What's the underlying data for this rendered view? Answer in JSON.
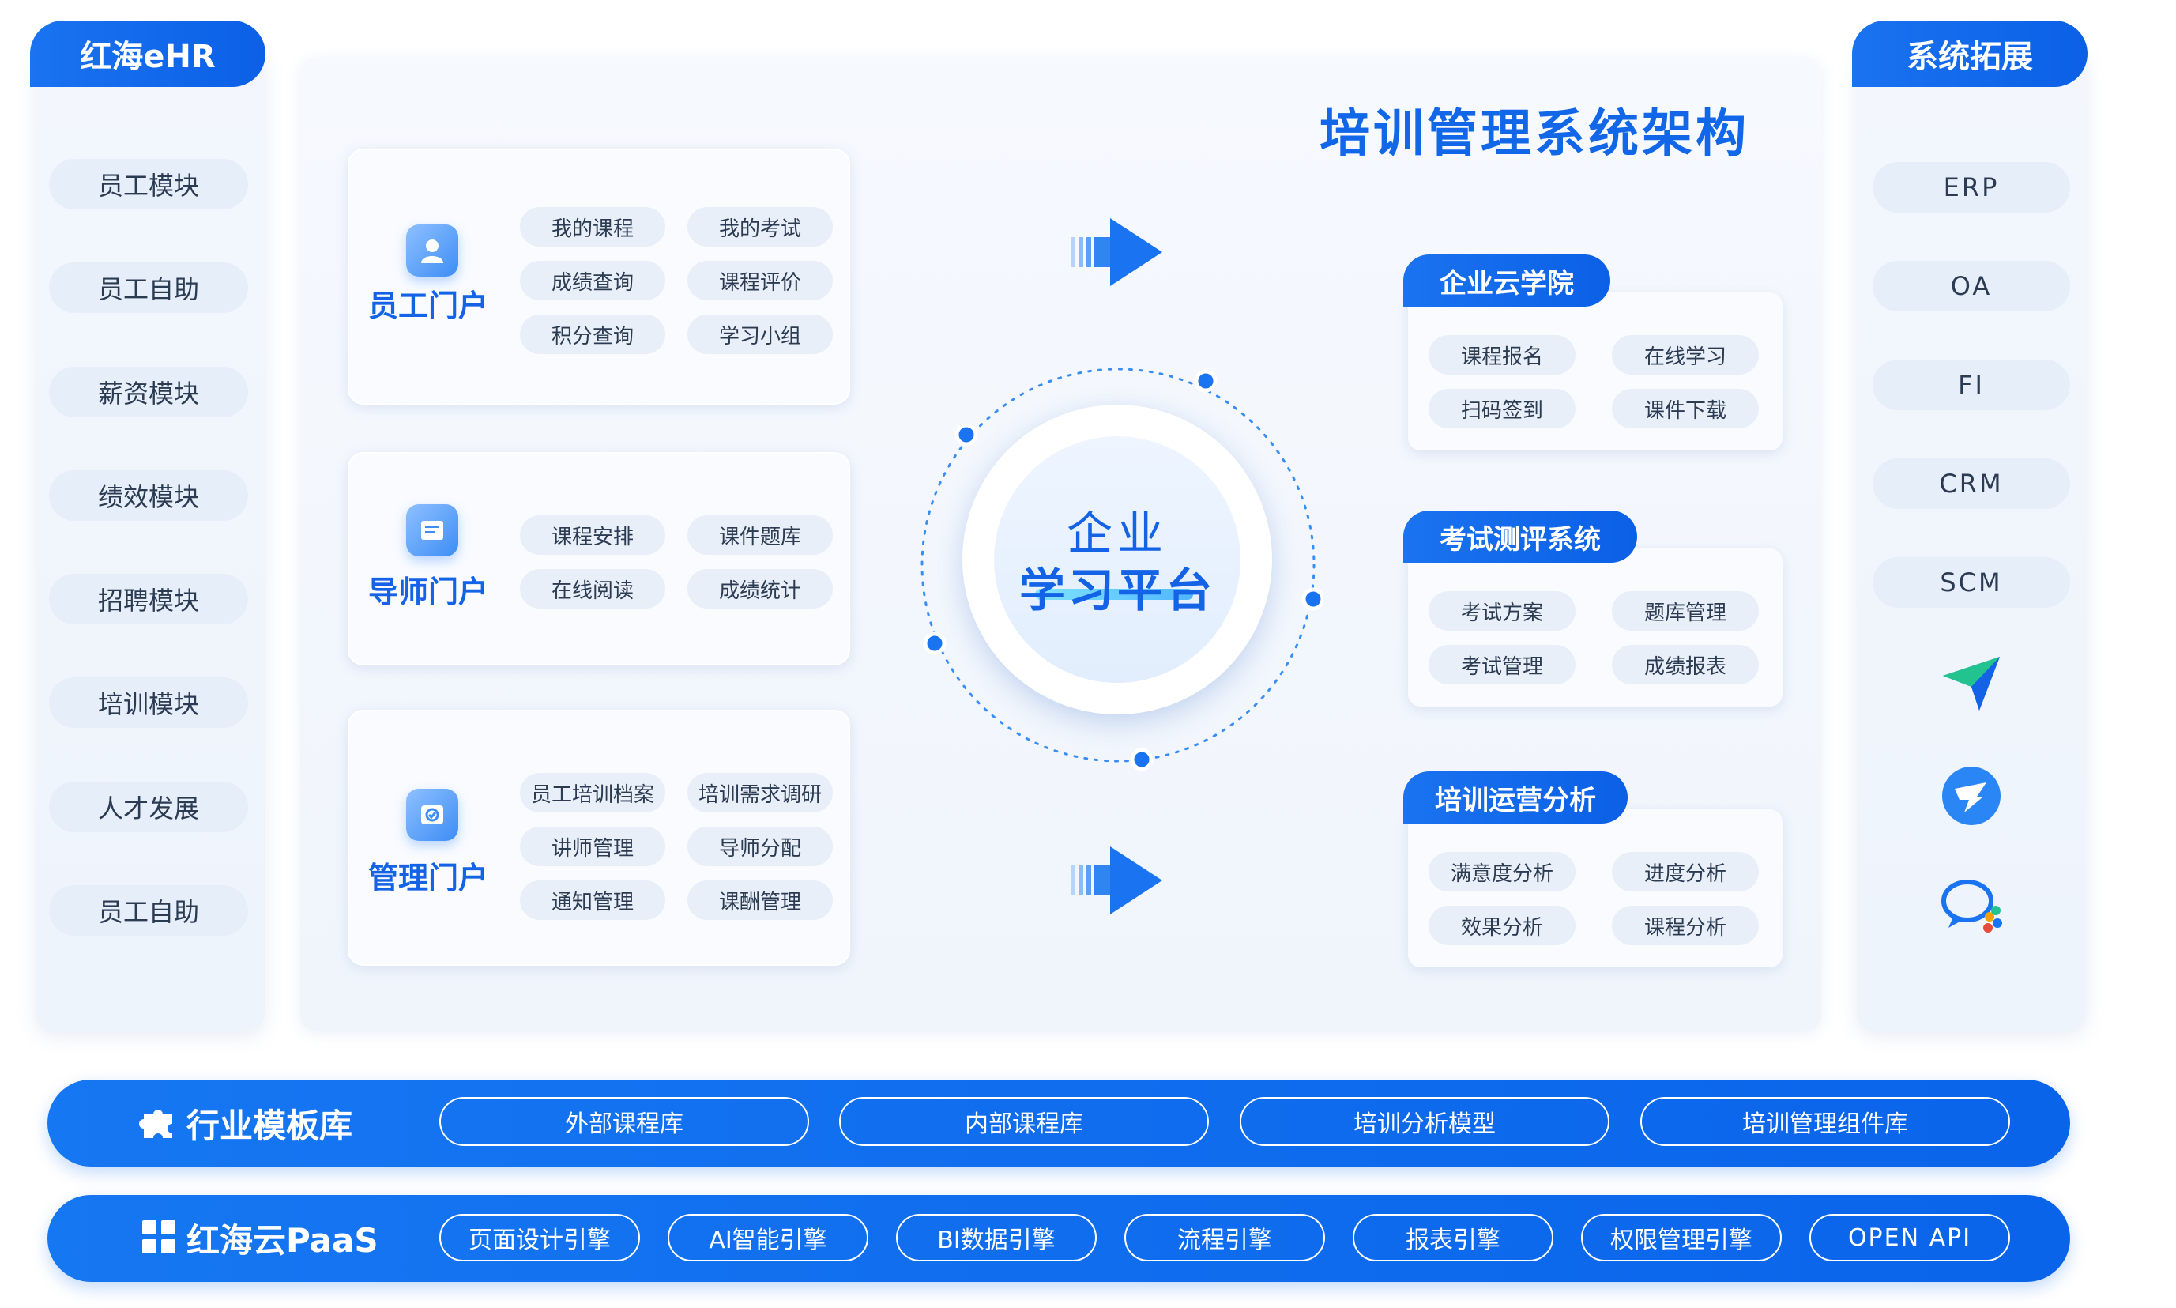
{
  "title": "培训管理系统架构",
  "left_panel": {
    "header": "红海eHR",
    "items": [
      "员工模块",
      "员工自助",
      "薪资模块",
      "绩效模块",
      "招聘模块",
      "培训模块",
      "人才发展",
      "员工自助"
    ]
  },
  "right_panel": {
    "header": "系统拓展",
    "items": [
      "ERP",
      "OA",
      "FI",
      "CRM",
      "SCM"
    ],
    "icons": [
      "paper-plane-icon",
      "dingtalk-icon",
      "wecom-icon"
    ]
  },
  "portals": [
    {
      "title": "员工门户",
      "chips": [
        "我的课程",
        "我的考试",
        "成绩查询",
        "课程评价",
        "积分查询",
        "学习小组"
      ]
    },
    {
      "title": "导师门户",
      "chips": [
        "课程安排",
        "课件题库",
        "在线阅读",
        "成绩统计"
      ]
    },
    {
      "title": "管理门户",
      "chips": [
        "员工培训档案",
        "培训需求调研",
        "讲师管理",
        "导师分配",
        "通知管理",
        "课酬管理"
      ]
    }
  ],
  "center": {
    "line1": "企业",
    "line2": "学习平台"
  },
  "sections": [
    {
      "title": "企业云学院",
      "chips": [
        "课程报名",
        "在线学习",
        "扫码签到",
        "课件下载"
      ]
    },
    {
      "title": "考试测评系统",
      "chips": [
        "考试方案",
        "题库管理",
        "考试管理",
        "成绩报表"
      ]
    },
    {
      "title": "培训运营分析",
      "chips": [
        "满意度分析",
        "进度分析",
        "效果分析",
        "课程分析"
      ]
    }
  ],
  "template_bar": {
    "title": "行业模板库",
    "items": [
      "外部课程库",
      "内部课程库",
      "培训分析模型",
      "培训管理组件库"
    ]
  },
  "paas_bar": {
    "title": "红海云PaaS",
    "items": [
      "页面设计引擎",
      "AI智能引擎",
      "BI数据引擎",
      "流程引擎",
      "报表引擎",
      "权限管理引擎",
      "OPEN API"
    ]
  },
  "colors": {
    "primary": "#1266e8",
    "panel": "#f3f7fd",
    "chip": "#e9eff8"
  }
}
